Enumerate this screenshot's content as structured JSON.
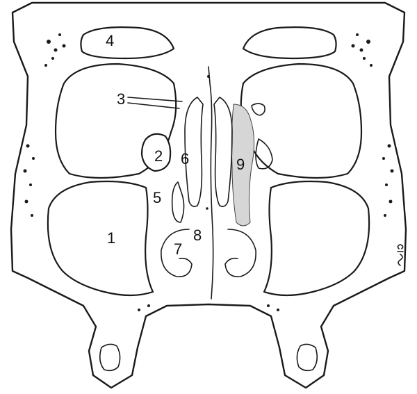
{
  "labels": {
    "l1": "1",
    "l2": "2",
    "l3": "3",
    "l4": "4",
    "l5": "5",
    "l6": "6",
    "l7": "7",
    "l8": "8",
    "l9": "9"
  },
  "colors": {
    "line": "#1a1a1a",
    "shading": "#d6d6d6",
    "background": "#ffffff"
  }
}
